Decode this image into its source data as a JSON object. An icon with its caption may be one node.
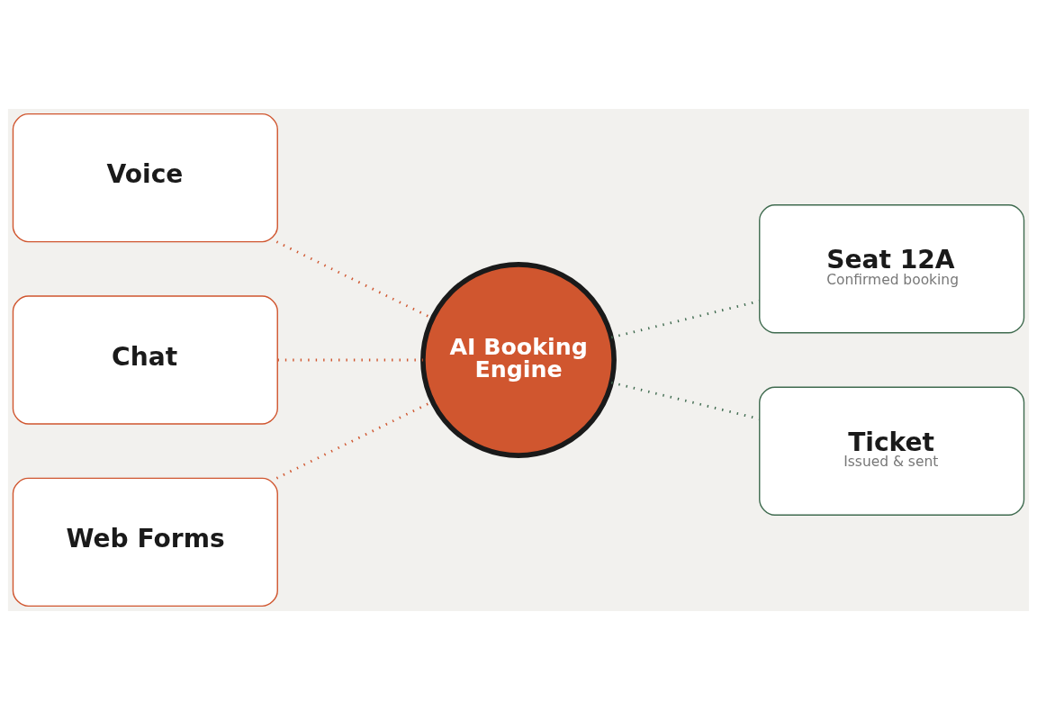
{
  "diagram": {
    "nodes": [
      {
        "text": [
          "Voice"
        ]
      },
      {
        "text": [
          "Chat"
        ]
      },
      {
        "text": [
          "Web Forms"
        ]
      },
      {
        "text": [
          "AI Booking Engine"
        ]
      },
      {
        "text": [
          "Seat 12A",
          "Confirmed booking"
        ]
      },
      {
        "text": [
          "Ticket",
          "Issued & sent"
        ]
      }
    ],
    "edges": [
      {
        "from": 0,
        "to": 3,
        "arrow": "none"
      },
      {
        "from": 1,
        "to": 3,
        "arrow": "none"
      },
      {
        "from": 2,
        "to": 3,
        "arrow": "none"
      },
      {
        "from": 3,
        "to": 4,
        "arrow": "none",
        "color": "#3f6b4f"
      },
      {
        "from": 3,
        "to": 5,
        "arrow": "none",
        "color": "#3f6b4f"
      }
    ]
  }
}
